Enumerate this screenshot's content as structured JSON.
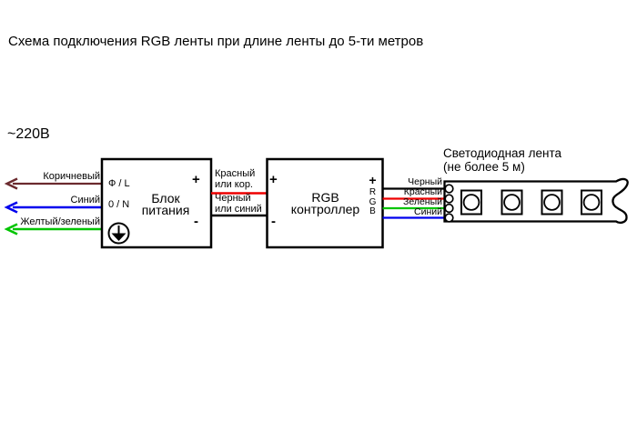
{
  "title": "Схема подключения RGB ленты при длине ленты до 5-ти метров",
  "voltage_label": "~220В",
  "colors": {
    "brown": "#6b2a2e",
    "blue": "#0000ee",
    "green": "#00c400",
    "red": "#ee0000",
    "black": "#000000",
    "outline": "#000000",
    "background": "#ffffff"
  },
  "icons": {
    "left_arrowhead": "‹",
    "earth_ground": "⏚"
  },
  "mains_wires": [
    {
      "label": "Коричневый",
      "color": "#6b2a2e"
    },
    {
      "label": "Синий",
      "color": "#0000ee"
    },
    {
      "label": "Желтый/зеленый",
      "color": "#00c400"
    }
  ],
  "power_supply": {
    "name": "Блок\nпитания",
    "phase_terminal": "Ф / L",
    "neutral_terminal": "0 / N",
    "plus": "+",
    "minus": "-"
  },
  "dc_wires": [
    {
      "label": "Красный\nили кор.",
      "color": "#ee0000"
    },
    {
      "label": "Черный\nили синий",
      "color": "#000000"
    }
  ],
  "controller": {
    "name": "RGB\nконтроллер",
    "plus": "+",
    "minus": "-",
    "outputs": [
      "+",
      "R",
      "G",
      "B"
    ]
  },
  "strip_wires": [
    {
      "label": "Черный",
      "color": "#000000"
    },
    {
      "label": "Красный",
      "color": "#ee0000"
    },
    {
      "label": "Зеленый",
      "color": "#00c400"
    },
    {
      "label": "Синий",
      "color": "#0000ee"
    }
  ],
  "led_strip": {
    "label": "Светодиодная лента\n(не более 5 м)",
    "visible_led_count": 4
  }
}
